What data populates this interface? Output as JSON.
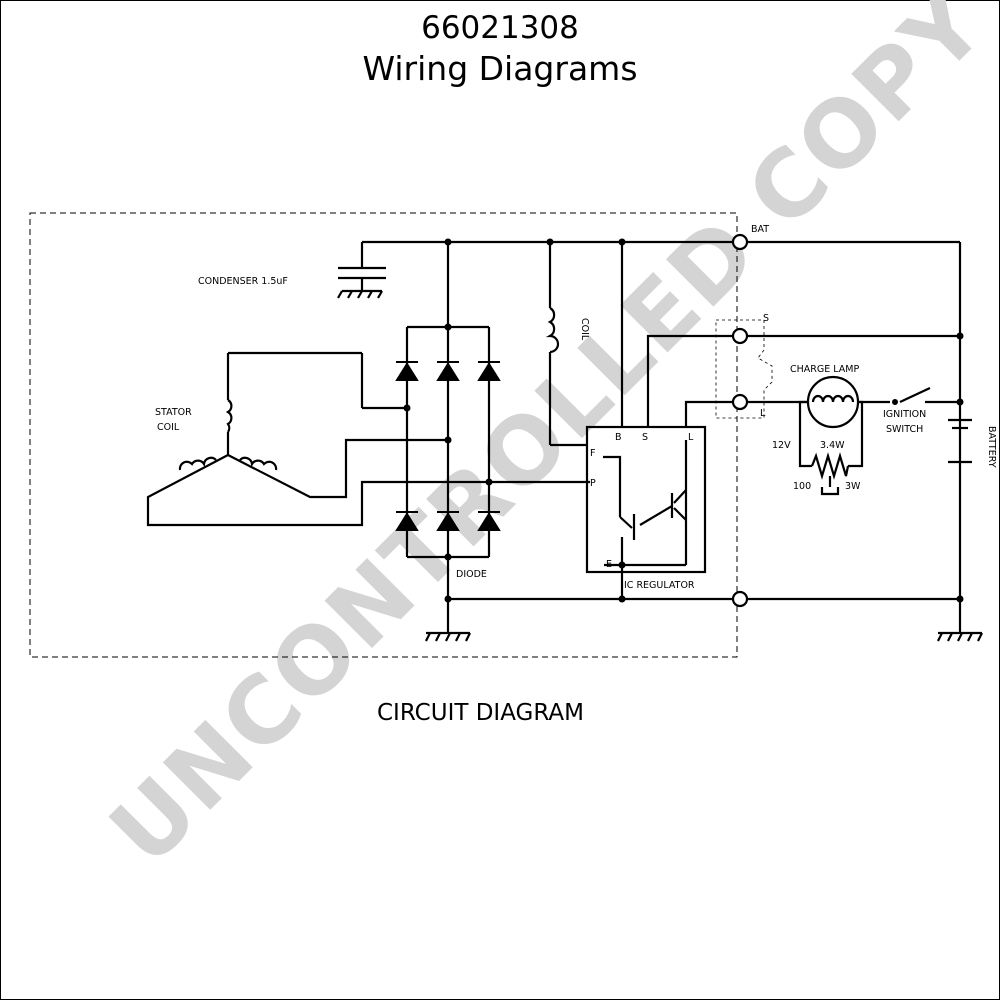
{
  "header": {
    "part_number": "66021308",
    "title": "Wiring Diagrams"
  },
  "caption": "CIRCUIT DIAGRAM",
  "watermark": "UNCONTROLLED COPY",
  "labels": {
    "condenser": "CONDENSER 1.5uF",
    "stator_coil_line1": "STATOR",
    "stator_coil_line2": "COIL",
    "rotor_coil": "COIL",
    "diode": "DIODE",
    "ic_regulator": "IC REGULATOR",
    "terminal_b": "B",
    "terminal_s": "S",
    "terminal_l": "L",
    "terminal_f": "F",
    "terminal_p": "P",
    "terminal_e": "E",
    "bat": "BAT",
    "s": "S",
    "l": "L",
    "charge_lamp": "CHARGE LAMP",
    "lamp_voltage": "12V",
    "lamp_power": "3.4W",
    "resistor_value": "100",
    "resistor_power": "3W",
    "ignition_switch_line1": "IGNITION",
    "ignition_switch_line2": "SWITCH",
    "battery": "BATTERY"
  }
}
